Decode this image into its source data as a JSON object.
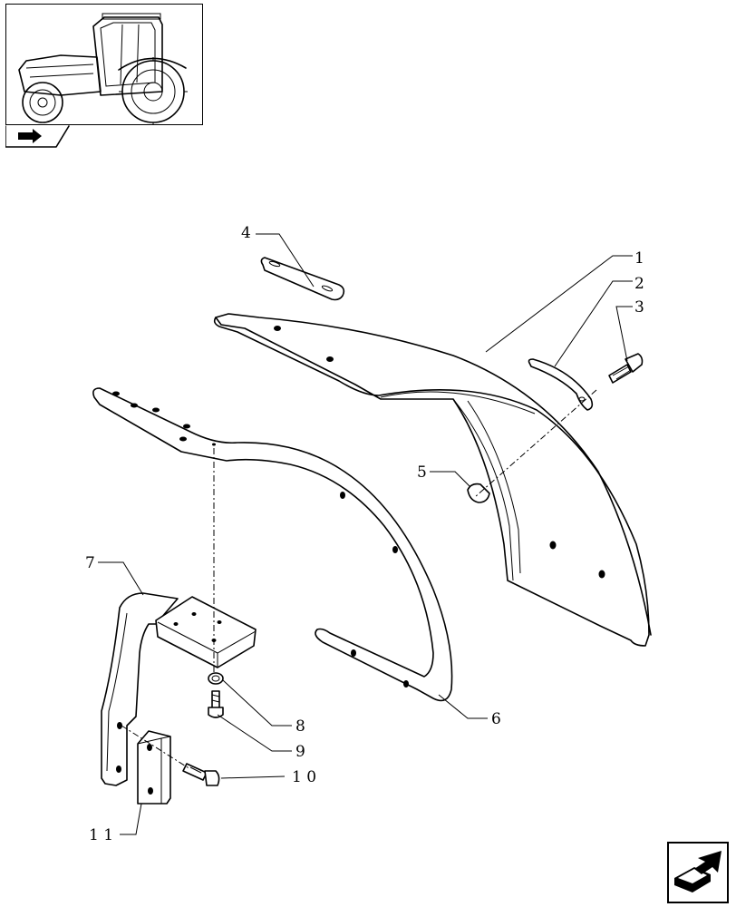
{
  "callouts": {
    "c1": "1",
    "c2": "2",
    "c3": "3",
    "c4": "4",
    "c5": "5",
    "c6": "6",
    "c7": "7",
    "c8": "8",
    "c9": "9",
    "c10": "1 0",
    "c11": "1 1"
  },
  "icons": {
    "thumbnail": "tractor-icon",
    "section": "section-arrow-icon",
    "navigate": "navigate-arrow-icon"
  }
}
